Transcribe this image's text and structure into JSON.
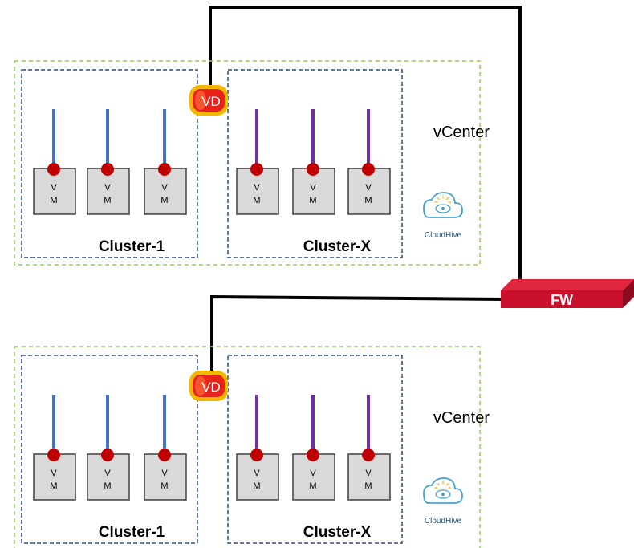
{
  "firewall": {
    "label": "FW",
    "color": "#c8102e"
  },
  "colors": {
    "vcenter_border": "#92d050",
    "cluster_border": "#2f4f7f",
    "cluster1_line": "#4472c4",
    "clusterx_line": "#7030a0",
    "vm_fill": "#d9d9d9",
    "vm_dot": "#c00000",
    "link": "#000000",
    "vd_fill": "#e8231a",
    "vd_border": "#f5b800"
  },
  "sites": [
    {
      "vcenter_label": "vCenter",
      "logo_label": "CloudHive",
      "vd_label": "VD",
      "clusters": [
        {
          "name": "Cluster-1",
          "vms": [
            {
              "line1": "V",
              "line2": "M"
            },
            {
              "line1": "V",
              "line2": "M"
            },
            {
              "line1": "V",
              "line2": "M"
            }
          ]
        },
        {
          "name": "Cluster-X",
          "vms": [
            {
              "line1": "V",
              "line2": "M"
            },
            {
              "line1": "V",
              "line2": "M"
            },
            {
              "line1": "V",
              "line2": "M"
            }
          ]
        }
      ]
    },
    {
      "vcenter_label": "vCenter",
      "logo_label": "CloudHive",
      "vd_label": "VD",
      "clusters": [
        {
          "name": "Cluster-1",
          "vms": [
            {
              "line1": "V",
              "line2": "M"
            },
            {
              "line1": "V",
              "line2": "M"
            },
            {
              "line1": "V",
              "line2": "M"
            }
          ]
        },
        {
          "name": "Cluster-X",
          "vms": [
            {
              "line1": "V",
              "line2": "M"
            },
            {
              "line1": "V",
              "line2": "M"
            },
            {
              "line1": "V",
              "line2": "M"
            }
          ]
        }
      ]
    }
  ]
}
